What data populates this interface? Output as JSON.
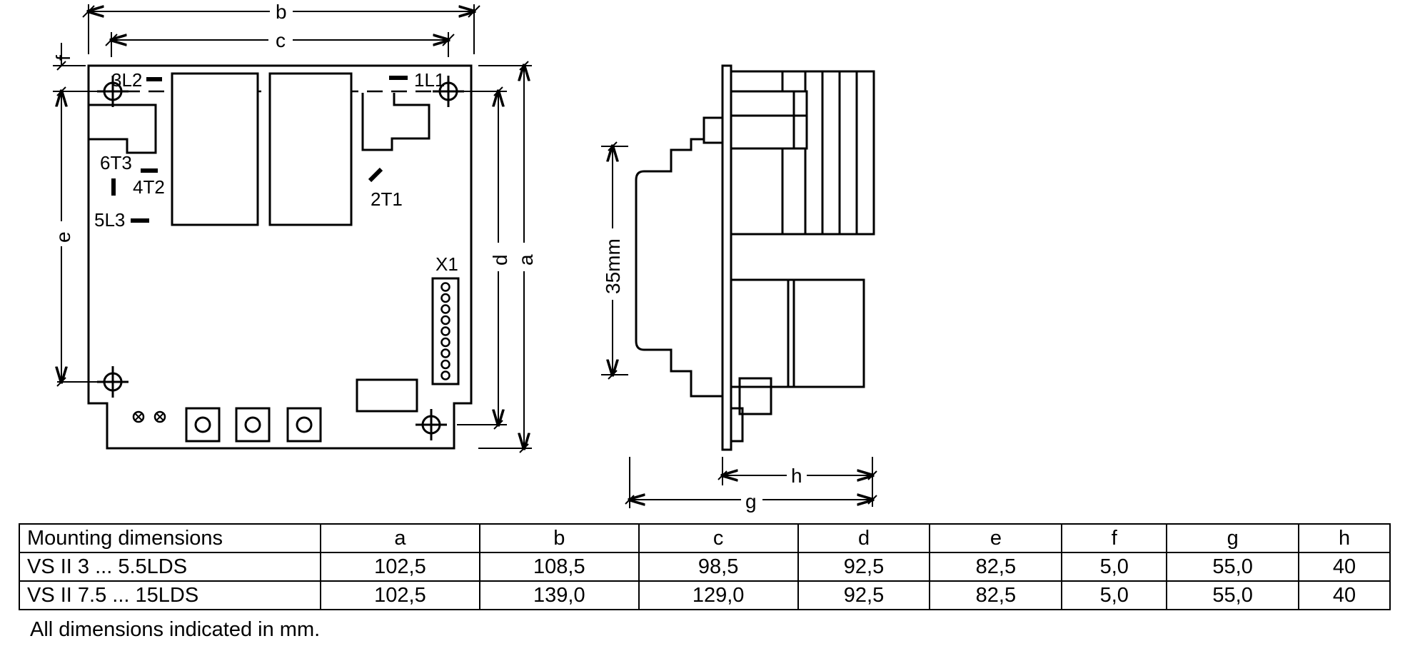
{
  "diagram": {
    "dimension_labels": {
      "a": "a",
      "b": "b",
      "c": "c",
      "d": "d",
      "e": "e",
      "f": "f",
      "g": "g",
      "h": "h"
    },
    "terminals": {
      "l2": "3L2",
      "l1": "1L1",
      "t3": "6T3",
      "t2_left": "4T2",
      "t1": "2T1",
      "l3": "5L3"
    },
    "connector_label": "X1",
    "rail_dimension": "35mm"
  },
  "table": {
    "headers": [
      "Mounting dimensions",
      "a",
      "b",
      "c",
      "d",
      "e",
      "f",
      "g",
      "h"
    ],
    "rows": [
      [
        "VS II 3 ... 5.5LDS",
        "102,5",
        "108,5",
        "98,5",
        "92,5",
        "82,5",
        "5,0",
        "55,0",
        "40"
      ],
      [
        "VS II 7.5 ... 15LDS",
        "102,5",
        "139,0",
        "129,0",
        "92,5",
        "82,5",
        "5,0",
        "55,0",
        "40"
      ]
    ]
  },
  "note": "All dimensions indicated in mm."
}
